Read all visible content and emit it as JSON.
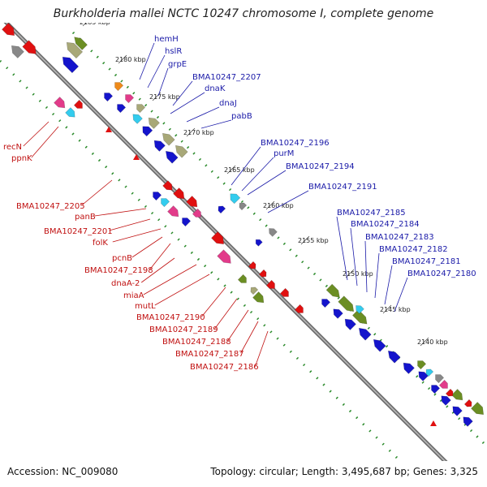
{
  "title": "Burkholderia mallei NCTC 10247 chromosome I, complete genome",
  "footer": {
    "accession": "Accession: NC_009080",
    "summary": "Topology: circular; Length: 3,495,687 bp; Genes: 3,325"
  },
  "ticks": [
    "2185 kbp",
    "2180 kbp",
    "2175 kbp",
    "2170 kbp",
    "2165 kbp",
    "2160 kbp",
    "2155 kbp",
    "2150 kbp",
    "2145 kbp",
    "2140 kbp"
  ],
  "labels_plus": [
    "hemH",
    "hslR",
    "grpE",
    "BMA10247_2207",
    "dnaK",
    "dnaJ",
    "pabB",
    "BMA10247_2196",
    "purM",
    "BMA10247_2194",
    "BMA10247_2191",
    "BMA10247_2185",
    "BMA10247_2184",
    "BMA10247_2183",
    "BMA10247_2182",
    "BMA10247_2181",
    "BMA10247_2180"
  ],
  "labels_minus": [
    "recN",
    "ppnK",
    "BMA10247_2205",
    "panB",
    "BMA10247_2201",
    "folK",
    "pcnB",
    "BMA10247_2198",
    "dnaA-2",
    "miaA",
    "mutL",
    "BMA10247_2190",
    "BMA10247_2189",
    "BMA10247_2188",
    "BMA10247_2187",
    "BMA10247_2186"
  ],
  "colors": {
    "backbone": "#6e6e6e",
    "plus_strand": "#1414cc",
    "minus_strand": "#e01010",
    "rna": "#a8a878",
    "cog_green": "#6b8e23",
    "cyan": "#33ccee",
    "pink": "#e23b8a",
    "orange": "#ee8a1a",
    "gray": "#888888",
    "label_plus": "#1a1aa8",
    "label_minus": "#c01010",
    "gc_dots": "#2a8a2a"
  }
}
